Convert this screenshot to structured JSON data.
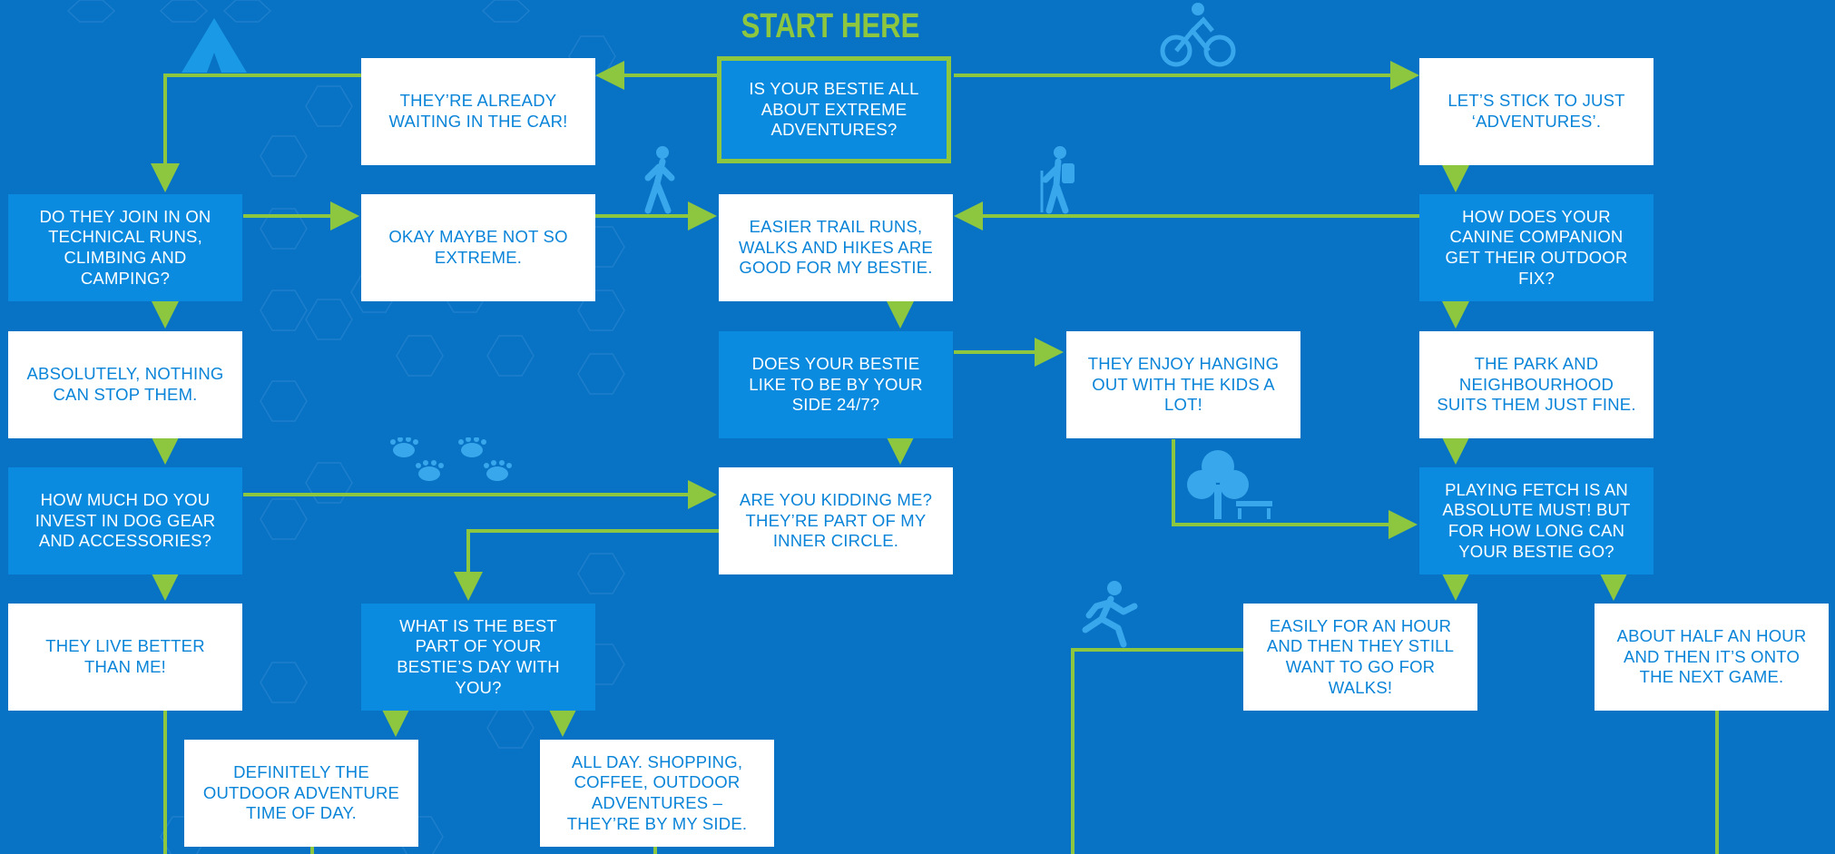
{
  "title": "START HERE",
  "colors": {
    "background": "#0872c4",
    "question_box": "#0a8be0",
    "answer_box": "#ffffff",
    "connector": "#8dc63f",
    "answer_text": "#0a84d8"
  },
  "nodes": {
    "start": "IS YOUR BESTIE ALL ABOUT EXTREME ADVENTURES?",
    "waiting_car": "THEY’RE ALREADY WAITING IN THE CAR!",
    "stick_adventures": "LET’S STICK TO JUST ‘ADVENTURES’.",
    "join_technical": "DO THEY JOIN IN ON TECHNICAL RUNS, CLIMBING AND CAMPING?",
    "maybe_not": "OKAY MAYBE NOT SO EXTREME.",
    "easier_trail": "EASIER TRAIL RUNS, WALKS AND HIKES ARE GOOD FOR MY BESTIE.",
    "outdoor_fix": "HOW DOES YOUR CANINE COMPANION GET THEIR OUTDOOR FIX?",
    "absolutely": "ABSOLUTELY, NOTHING CAN STOP THEM.",
    "by_side": "DOES YOUR BESTIE LIKE TO BE BY YOUR SIDE 24/7?",
    "hanging_kids": "THEY ENJOY HANGING OUT WITH THE KIDS A LOT!",
    "park": "THE PARK AND NEIGHBOURHOOD SUITS THEM JUST FINE.",
    "invest_gear": "HOW MUCH DO YOU INVEST IN DOG GEAR AND ACCESSORIES?",
    "kidding": "ARE YOU KIDDING ME? THEY’RE PART OF MY INNER CIRCLE.",
    "fetch": "PLAYING FETCH IS AN ABSOLUTE MUST! BUT FOR HOW LONG CAN YOUR BESTIE GO?",
    "live_better": "THEY LIVE BETTER THAN ME!",
    "best_part": "WHAT IS THE BEST PART OF YOUR BESTIE’S DAY WITH YOU?",
    "hour": "EASILY FOR AN HOUR AND THEN THEY STILL WANT TO GO FOR WALKS!",
    "half_hour": "ABOUT HALF AN HOUR AND THEN IT’S ONTO THE NEXT GAME.",
    "outdoor_time": "DEFINITELY THE OUTDOOR ADVENTURE TIME OF DAY.",
    "all_day": "ALL DAY. SHOPPING, COFFEE, OUTDOOR ADVENTURES – THEY’RE BY MY SIDE."
  },
  "icons": [
    "tent-icon",
    "cyclist-icon",
    "walker-icon",
    "hiker-icon",
    "paw-prints-icon",
    "park-icon",
    "runner-icon"
  ]
}
